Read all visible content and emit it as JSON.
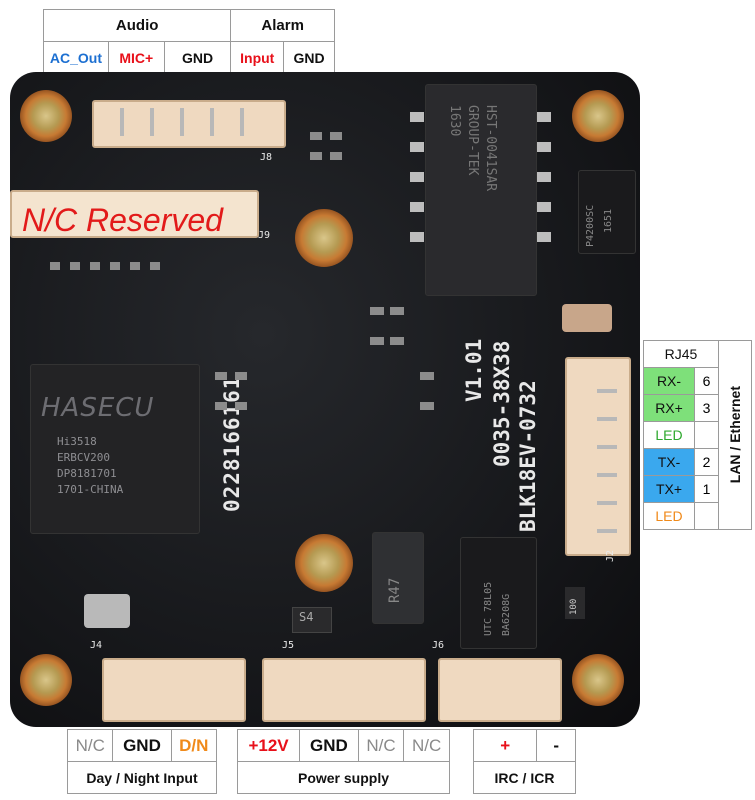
{
  "top_table": {
    "audio_title": "Audio",
    "alarm_title": "Alarm",
    "ac_out": "AC_Out",
    "mic": "MIC+",
    "audio_gnd": "GND",
    "alarm_input": "Input",
    "alarm_gnd": "GND"
  },
  "nc_reserved": "N/C Reserved",
  "board_text": {
    "hasecu": "HASECU",
    "soc_lines": [
      "Hi3518",
      "ERBCV200",
      "DP8181701",
      "1701-CHINA"
    ],
    "serial": "0228166161",
    "model1": "V1.01",
    "model2": "0035-38X38",
    "model3": "BLK18EV-0732",
    "transformer1": "HST-0041SAR",
    "transformer2": "GROUP-TEK",
    "transformer3": "1630",
    "regulator1": "P4200SC",
    "regulator2": "1651",
    "ic2_1": "UTC 78L05",
    "ic2_2": "BA6208G",
    "diode": "S4",
    "r47": "R47",
    "res": "100",
    "j8": "J8",
    "j9": "J9",
    "j2": "J2",
    "j4": "J4",
    "j5": "J5",
    "j6": "J6"
  },
  "rj45": {
    "title": "RJ45",
    "side_label": "LAN / Ethernet",
    "rows": [
      {
        "label": "RX-",
        "pin": "6",
        "bg": "#7ee07a",
        "color": "#111111"
      },
      {
        "label": "RX+",
        "pin": "3",
        "bg": "#7ee07a",
        "color": "#111111"
      },
      {
        "label": "LED",
        "pin": "",
        "bg": "#ffffff",
        "color": "#2ea82e"
      },
      {
        "label": "TX-",
        "pin": "2",
        "bg": "#3aa8ee",
        "color": "#111111"
      },
      {
        "label": "TX+",
        "pin": "1",
        "bg": "#3aa8ee",
        "color": "#111111"
      },
      {
        "label": "LED",
        "pin": "",
        "bg": "#ffffff",
        "color": "#f08a1a"
      }
    ]
  },
  "bottom": {
    "day_night": {
      "pins": [
        "N/C",
        "GND",
        "D/N"
      ],
      "label": "Day / Night Input"
    },
    "power": {
      "pins": [
        "+12V",
        "GND",
        "N/C",
        "N/C"
      ],
      "label": "Power supply"
    },
    "ircut": {
      "pins": [
        "+",
        "-"
      ],
      "label": "IRC / ICR"
    }
  }
}
